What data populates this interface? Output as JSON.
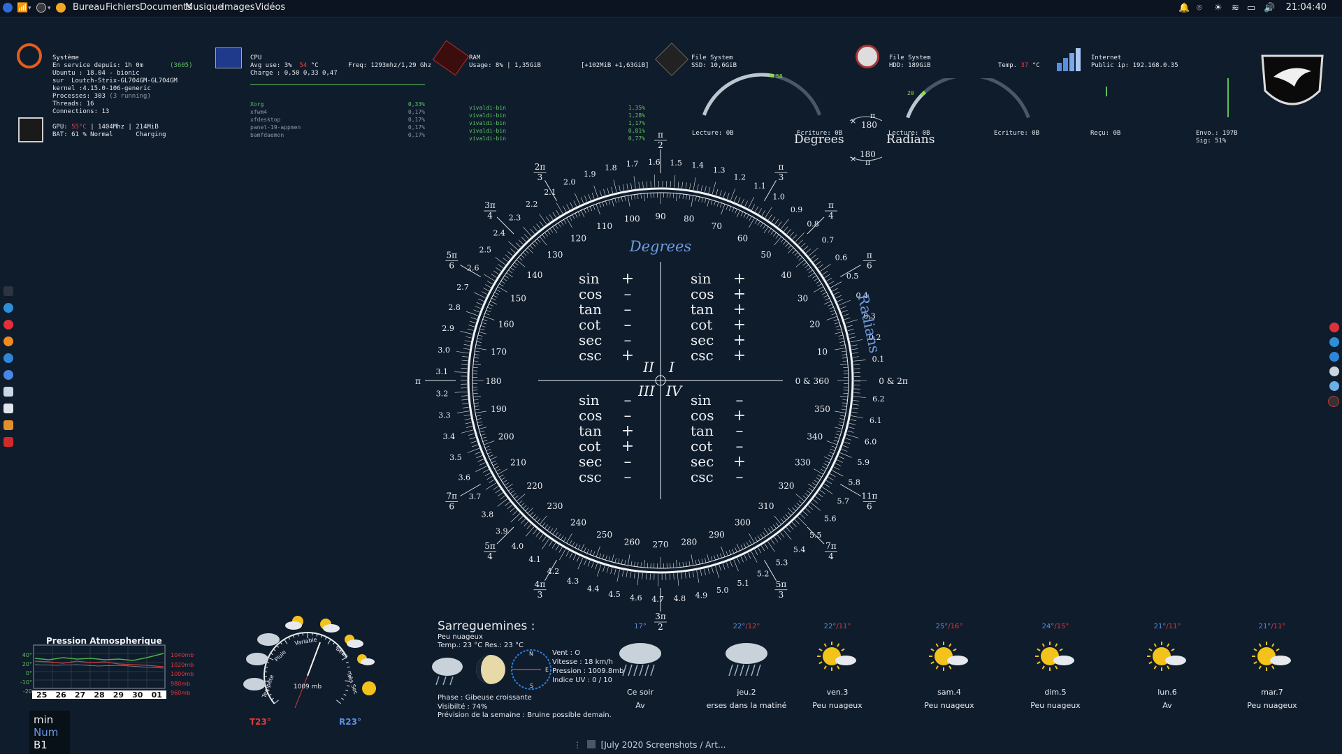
{
  "panel": {
    "menus": [
      "Bureau",
      "Fichiers",
      "Documents",
      "Musique",
      "Images",
      "Vidéos"
    ],
    "clock": "21:04:40"
  },
  "sys": {
    "title": "Système",
    "uptime_label": "En service depuis:",
    "uptime": "1h 0m",
    "uptime_extra": "(3605)",
    "os": "Ubuntu : 18.04 - bionic",
    "host": "sur  Loutch-Strix-GL704GM-GL704GM",
    "kernel": "kernel :4.15.0-106-generic",
    "processes": "Processes: 303",
    "running": "(3 running)",
    "threads": "Threads: 16",
    "connections": "Connections: 13",
    "gpu_label": "GPU:",
    "gpu_temp": "55°C",
    "gpu_rest": "| 1404Mhz | 214MiB",
    "bat": "BAT: 61 % Normal",
    "charging": "Charging"
  },
  "cpu": {
    "title": "CPU",
    "avg": "Avg use: 3%",
    "temp": "54",
    "temp_unit": "°C",
    "freq": "Freq: 1293mhz/1,29 Ghz",
    "charge": "Charge : 0,50 0,33 0,47",
    "procs": [
      {
        "name": "Xorg",
        "val": "0,33%"
      },
      {
        "name": "xfwm4",
        "val": "0,17%"
      },
      {
        "name": "xfdesktop",
        "val": "0,17%"
      },
      {
        "name": "panel-19-appmen",
        "val": "0,17%"
      },
      {
        "name": "bamfdaemon",
        "val": "0,17%"
      }
    ]
  },
  "ram": {
    "title": "RAM",
    "usage": "Usage: 8% | 1,35GiB",
    "swap": "[+102MiB +1,63GiB]",
    "procs": [
      {
        "name": "vivaldi-bin",
        "val": "1,35%"
      },
      {
        "name": "vivaldi-bin",
        "val": "1,28%"
      },
      {
        "name": "vivaldi-bin",
        "val": "1,17%"
      },
      {
        "name": "vivaldi-bin",
        "val": "0,81%"
      },
      {
        "name": "vivaldi-bin",
        "val": "0,77%"
      }
    ]
  },
  "fs_ssd": {
    "title": "File System",
    "size": "SSD: 10,6GiB",
    "gauge_val": "58",
    "gauge_fraction": 0.58,
    "read": "Lecture: 0B",
    "write": "Ecriture: 0B"
  },
  "fs_hdd": {
    "title": "File System",
    "size": "HDD: 189GiB",
    "temp_label": "Temp.",
    "temp": "37",
    "temp_unit": "°C",
    "gauge_val": "20",
    "gauge_fraction": 0.2,
    "read": "Lecture: 0B",
    "write": "Ecriture: 0B"
  },
  "net": {
    "title": "Internet",
    "ip": "Public ip: 192.168.0.35",
    "recv": "Reçu: 0B",
    "sent": "Envo.: 197B",
    "sig": "Sig: 51%"
  },
  "conv": {
    "degrees": "Degrees",
    "radians": "Radians",
    "d180": "180",
    "r180": "180",
    "pi": "π"
  },
  "circle": {
    "quadrant_labels": [
      "I",
      "II",
      "III",
      "IV"
    ],
    "arc_degrees": "Degrees",
    "arc_radians": "Radians",
    "axis_right": "0 & 360",
    "axis_right_rad": "0 & 2π",
    "axis_left_pi": "π",
    "axis_left_deg": "180",
    "functions": [
      "sin",
      "cos",
      "tan",
      "cot",
      "sec",
      "csc"
    ],
    "signs": {
      "I": [
        "+",
        "+",
        "+",
        "+",
        "+",
        "+"
      ],
      "II": [
        "+",
        "–",
        "–",
        "–",
        "–",
        "+"
      ],
      "III": [
        "–",
        "–",
        "+",
        "+",
        "–",
        "–"
      ],
      "IV": [
        "–",
        "+",
        "–",
        "–",
        "+",
        "–"
      ]
    },
    "pi_fractions": [
      {
        "num": "π",
        "den": "2",
        "deg": 90
      },
      {
        "num": "π",
        "den": "3",
        "deg": 60
      },
      {
        "num": "π",
        "den": "4",
        "deg": 45
      },
      {
        "num": "π",
        "den": "6",
        "deg": 30
      },
      {
        "num": "2π",
        "den": "3",
        "deg": 120
      },
      {
        "num": "3π",
        "den": "4",
        "deg": 135
      },
      {
        "num": "5π",
        "den": "6",
        "deg": 150
      },
      {
        "num": "7π",
        "den": "6",
        "deg": 210
      },
      {
        "num": "5π",
        "den": "4",
        "deg": 225
      },
      {
        "num": "4π",
        "den": "3",
        "deg": 240
      },
      {
        "num": "3π",
        "den": "2",
        "deg": 270
      },
      {
        "num": "5π",
        "den": "3",
        "deg": 300
      },
      {
        "num": "7π",
        "den": "4",
        "deg": 315
      },
      {
        "num": "11π",
        "den": "6",
        "deg": 330
      }
    ],
    "degree_labels": [
      10,
      20,
      30,
      40,
      50,
      60,
      70,
      80,
      90,
      100,
      110,
      120,
      130,
      140,
      150,
      160,
      170,
      190,
      200,
      210,
      220,
      230,
      240,
      250,
      260,
      270,
      280,
      290,
      300,
      310,
      320,
      330,
      340,
      350
    ],
    "radian_labels": [
      "0.1",
      "0.2",
      "0.3",
      "0.4",
      "0.5",
      "0.6",
      "0.7",
      "0.8",
      "0.9",
      "1.0",
      "1.1",
      "1.2",
      "1.3",
      "1.4",
      "1.5",
      "1.6",
      "1.7",
      "1.8",
      "1.9",
      "2.0",
      "2.1",
      "2.2",
      "2.3",
      "2.4",
      "2.5",
      "2.6",
      "2.7",
      "2.8",
      "2.9",
      "3.0",
      "3.1",
      "3.2",
      "3.3",
      "3.4",
      "3.5",
      "3.6",
      "3.7",
      "3.8",
      "3.9",
      "4.0",
      "4.1",
      "4.2",
      "4.3",
      "4.4",
      "4.5",
      "4.6",
      "4.7",
      "4.8",
      "4.9",
      "5.0",
      "5.1",
      "5.2",
      "5.3",
      "5.4",
      "5.5",
      "5.6",
      "5.7",
      "5.8",
      "5.9",
      "6.0",
      "6.1",
      "6.2"
    ]
  },
  "pressure": {
    "title": "Pression Atmospherique",
    "y_left": [
      "40°",
      "20°",
      "0°",
      "-10°",
      "-20"
    ],
    "y_right": [
      "1040mb",
      "1020mb",
      "1000mb",
      "980mb",
      "960mb"
    ],
    "days": [
      "25",
      "26",
      "27",
      "28",
      "29",
      "30",
      "01"
    ]
  },
  "barometer": {
    "center": "1009 mb",
    "words": [
      "Tempête",
      "Pluie",
      "Variable",
      "Beau",
      "Très Sec"
    ],
    "t": "T23°",
    "r": "R23°"
  },
  "weather": {
    "city": "Sarreguemines :",
    "cond": "Peu nuageux",
    "temp": "Temp.: 23 °C",
    "res": "Res.: 23 °C",
    "wind": "Vent : O",
    "speed": "Vitesse : 18 km/h",
    "pressure": "Pression : 1009.8mb",
    "uv": "Indice UV : 0 / 10",
    "phase": "Phase : Gibeuse croissante",
    "visibility": "Visibilté : 74%",
    "forecast_text": "Prévision de la semaine :  Bruine possible demain.",
    "compass": [
      "N",
      "E",
      "S"
    ]
  },
  "forecast": [
    {
      "day": "Ce soir",
      "hi": "17°",
      "lo": "",
      "cond": "Av",
      "icon": "cloud-rain-moon-icon"
    },
    {
      "day": "jeu.2",
      "hi": "22°",
      "lo": "12°",
      "cond": "erses dans la matiné",
      "icon": "cloud-rain-icon"
    },
    {
      "day": "ven.3",
      "hi": "22°",
      "lo": "11°",
      "cond": "Peu nuageux",
      "icon": "sun-cloud-icon"
    },
    {
      "day": "sam.4",
      "hi": "25°",
      "lo": "16°",
      "cond": "Peu nuageux",
      "icon": "sun-cloud-icon"
    },
    {
      "day": "dim.5",
      "hi": "24°",
      "lo": "15°",
      "cond": "Peu nuageux",
      "icon": "sun-cloud-icon"
    },
    {
      "day": "lun.6",
      "hi": "21°",
      "lo": "11°",
      "cond": "Av",
      "icon": "sun-cloud-icon"
    },
    {
      "day": "mar.7",
      "hi": "21°",
      "lo": "11°",
      "cond": "Peu nuageux",
      "icon": "sun-cloud-icon"
    }
  ],
  "locks": {
    "min": "min",
    "num": "Num",
    "b1": "B1"
  },
  "taskbar": {
    "label": "[July 2020 Screenshots / Art..."
  },
  "colors": {
    "bg": "#0f1c2c",
    "accent_blue": "#5a8fe0",
    "hot": "#e03a3a",
    "gauge": "#8fd84a"
  }
}
